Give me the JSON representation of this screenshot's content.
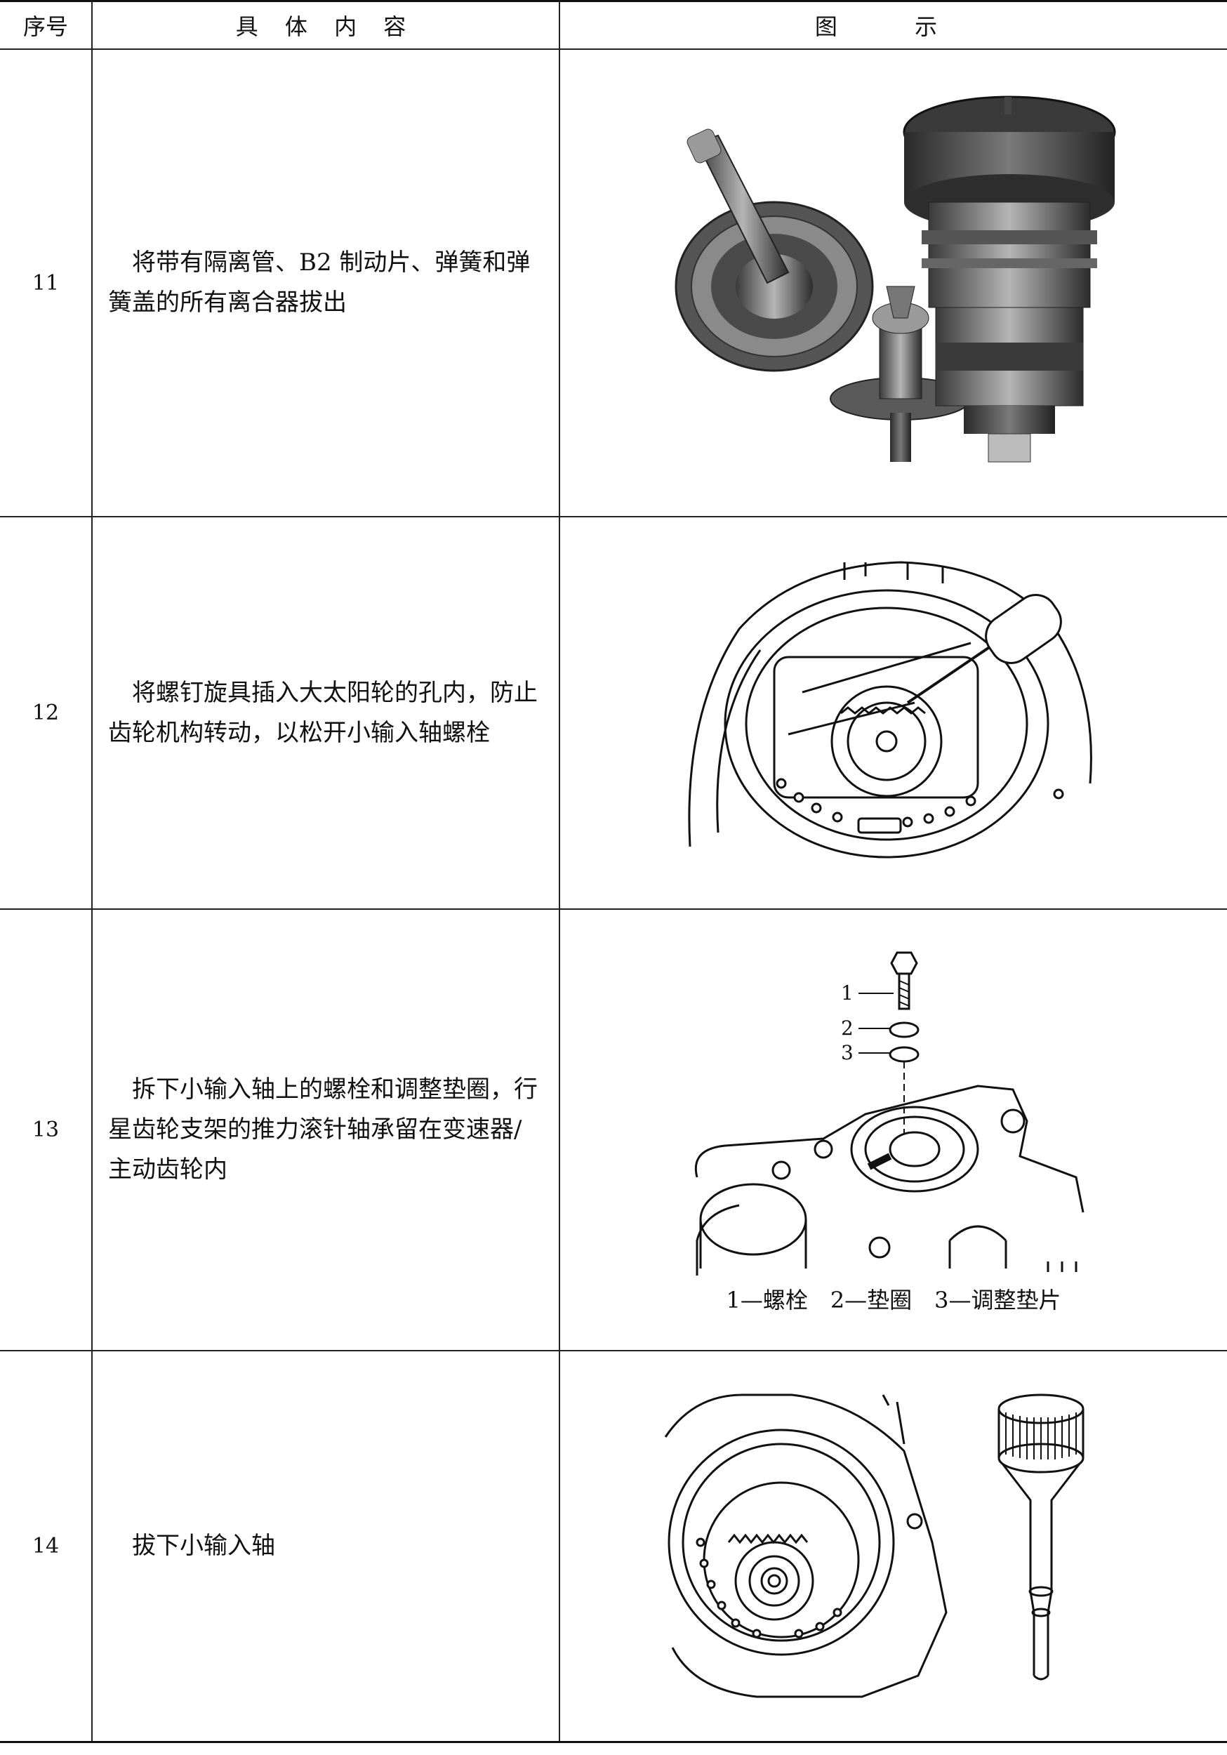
{
  "header": {
    "seq": "序号",
    "content": "具 体 内 容",
    "figure": "图 示"
  },
  "rows": [
    {
      "seq": "11",
      "content": "将带有隔离管、B2 制动片、弹簧和弹簧盖的所有离合器拔出"
    },
    {
      "seq": "12",
      "content": "将螺钉旋具插入大太阳轮的孔内，防止齿轮机构转动，以松开小输入轴螺栓"
    },
    {
      "seq": "13",
      "content": "拆下小输入轴上的螺栓和调整垫圈，行星齿轮支架的推力滚针轴承留在变速器/主动齿轮内",
      "labels": [
        "1",
        "2",
        "3"
      ],
      "caption": "1—螺栓　2—垫圈　3—调整垫片"
    },
    {
      "seq": "14",
      "content": "拔下小输入轴"
    }
  ]
}
